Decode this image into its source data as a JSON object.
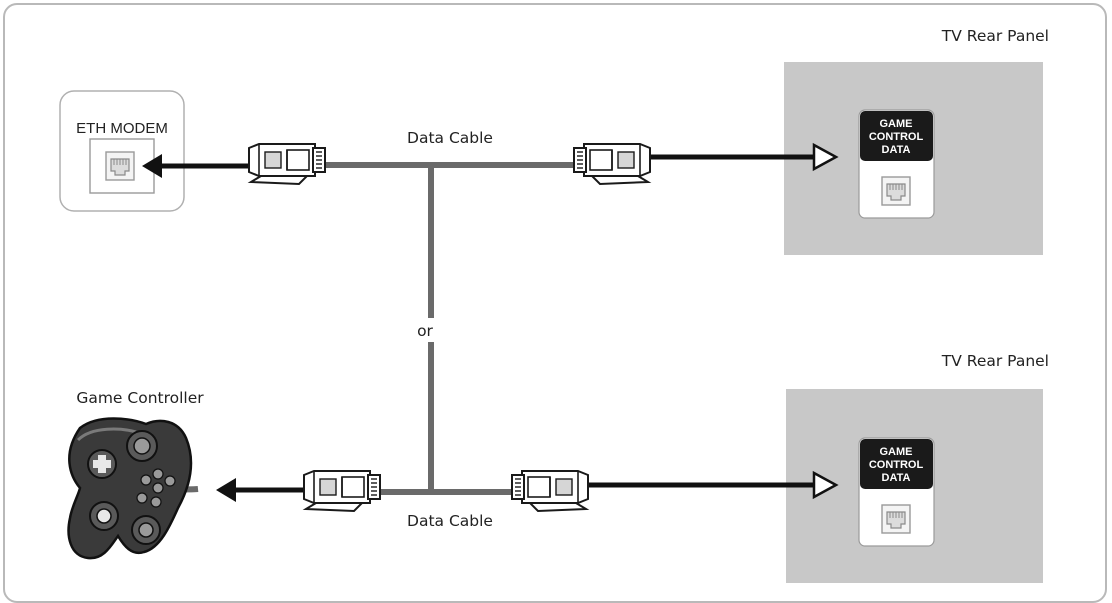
{
  "labels": {
    "tv_panel_top": "TV Rear Panel",
    "tv_panel_bottom": "TV Rear Panel",
    "eth_modem": "ETH MODEM",
    "game_controller": "Game Controller",
    "data_cable_top": "Data Cable",
    "data_cable_bottom": "Data Cable",
    "or": "or"
  },
  "ports": {
    "top": [
      "GAME",
      "CONTROL",
      "DATA"
    ],
    "bottom": [
      "GAME",
      "CONTROL",
      "DATA"
    ]
  },
  "colors": {
    "panel_fill": "#c8c8c8",
    "cable": "#6a6a6a",
    "arrow": "#111111",
    "port_label_bg": "#1a1a1a",
    "frame": "#b9b9b9"
  }
}
